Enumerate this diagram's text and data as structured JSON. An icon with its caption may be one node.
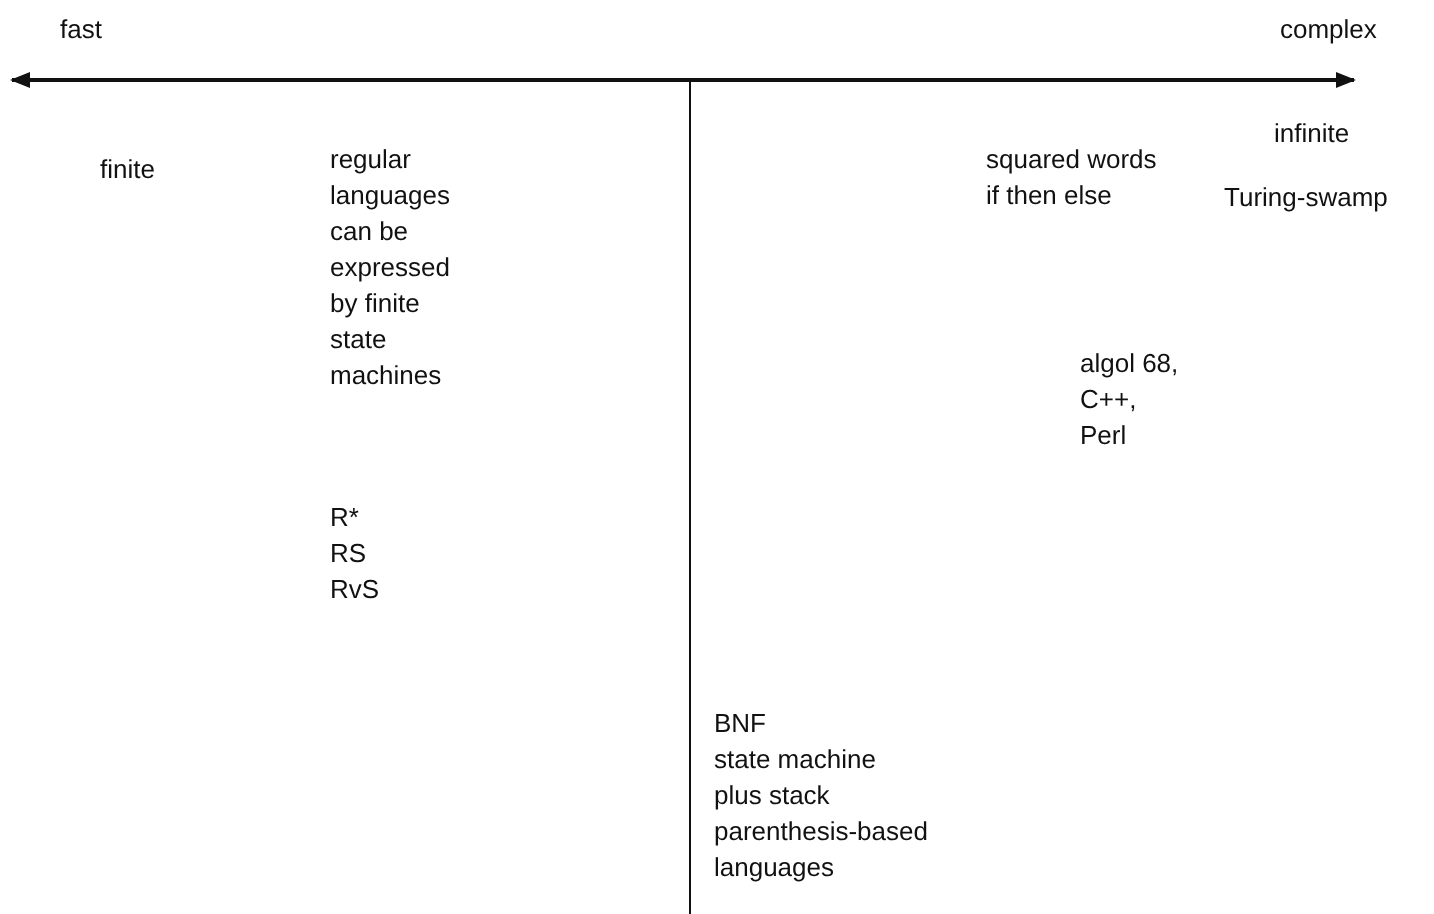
{
  "diagram": {
    "labels": [
      "fast",
      "complex",
      "finite",
      "regular languages can be expressed by finite state machines",
      "squared words",
      "if then else",
      "infinite",
      "Turing-swamp",
      "algol 68,",
      "C++,",
      "Perl",
      "R*",
      "RS",
      "RvS",
      "BNF",
      "state machine plus stack",
      "parenthesis-based languages"
    ]
  }
}
